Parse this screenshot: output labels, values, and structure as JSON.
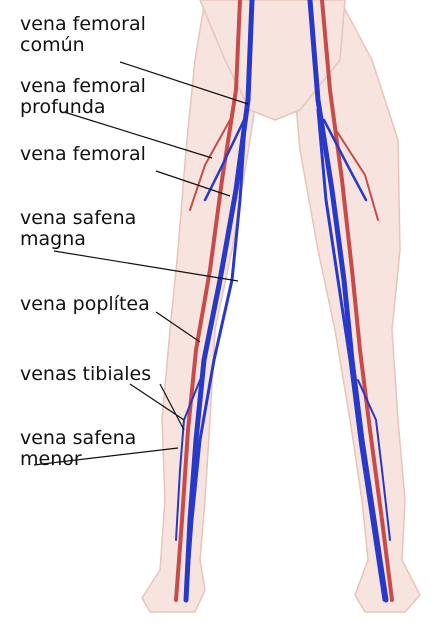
{
  "diagram": {
    "labels": [
      {
        "id": "common_femoral",
        "lines": [
          "vena femoral",
          "común"
        ]
      },
      {
        "id": "deep_femoral",
        "lines": [
          "vena femoral",
          "profunda"
        ]
      },
      {
        "id": "femoral",
        "lines": [
          "vena femoral"
        ]
      },
      {
        "id": "great_saphenous",
        "lines": [
          "vena safena",
          "magna"
        ]
      },
      {
        "id": "popliteal",
        "lines": [
          "vena poplítea"
        ]
      },
      {
        "id": "tibial",
        "lines": [
          "venas tibiales"
        ]
      },
      {
        "id": "small_saphenous",
        "lines": [
          "vena safena",
          "menor"
        ]
      }
    ],
    "colors": {
      "skin": "#f7e4de",
      "skin_outline": "#e7c5bb",
      "vein": "#2838c8",
      "artery": "#c84a4a",
      "leader": "#111111"
    }
  }
}
